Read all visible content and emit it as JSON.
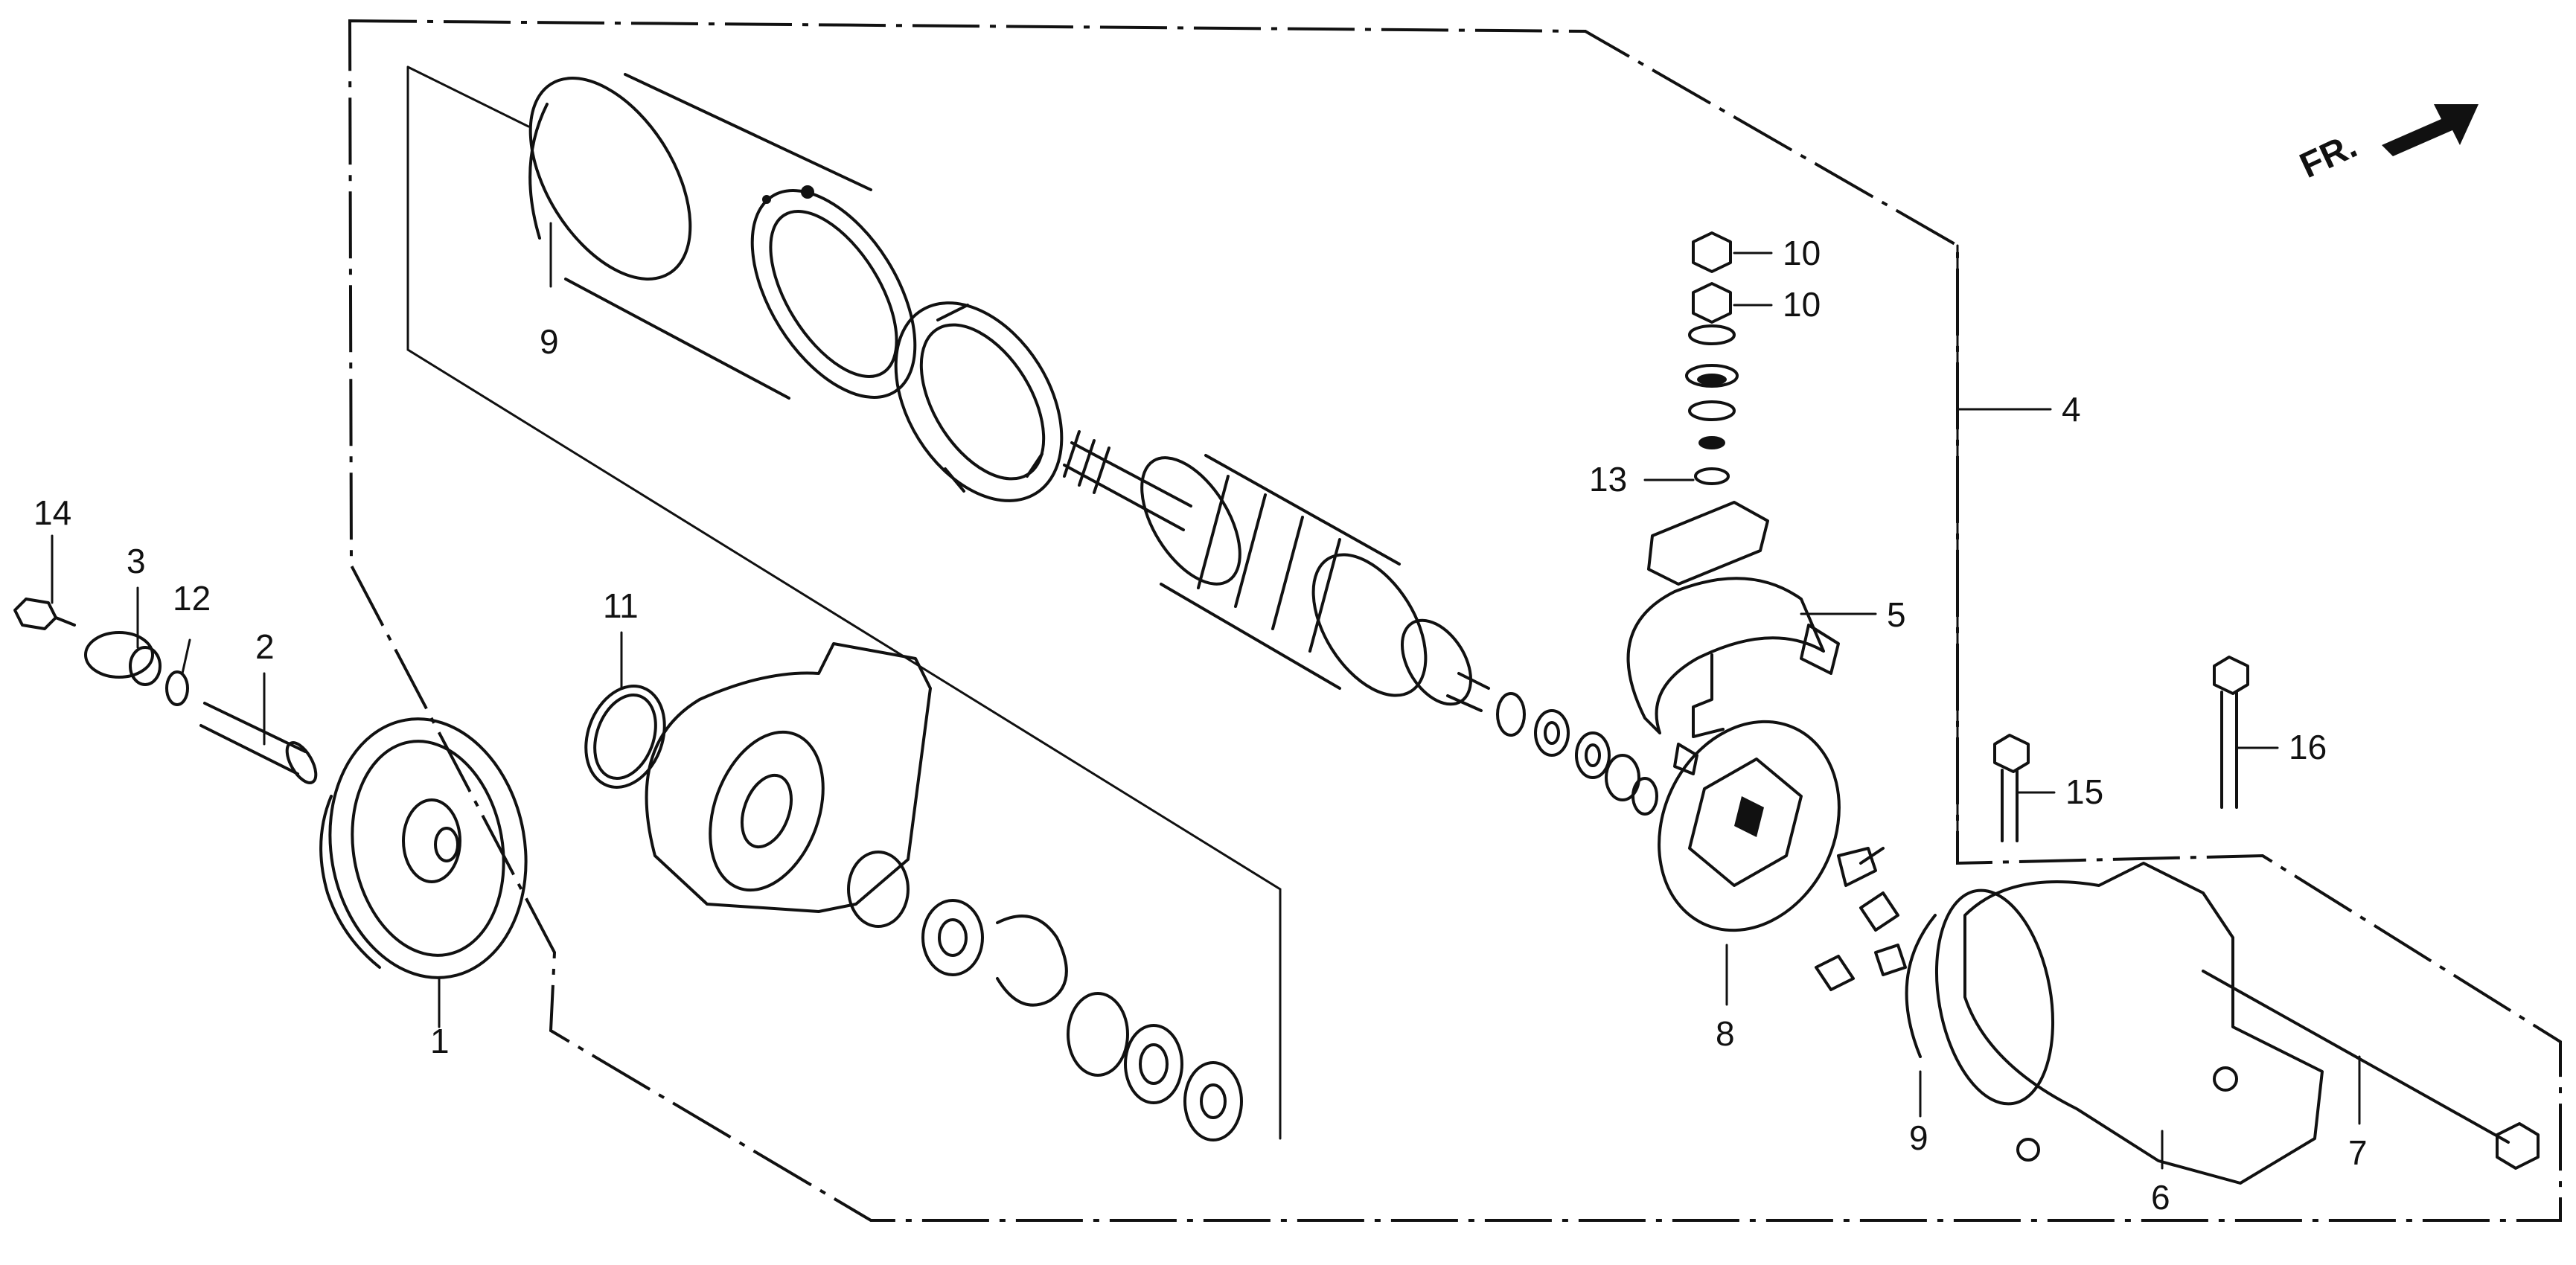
{
  "callouts": [
    {
      "id": "c1",
      "label": "1"
    },
    {
      "id": "c2",
      "label": "2"
    },
    {
      "id": "c3",
      "label": "3"
    },
    {
      "id": "c4",
      "label": "4"
    },
    {
      "id": "c5",
      "label": "5"
    },
    {
      "id": "c6",
      "label": "6"
    },
    {
      "id": "c7",
      "label": "7"
    },
    {
      "id": "c8",
      "label": "8"
    },
    {
      "id": "c9a",
      "label": "9"
    },
    {
      "id": "c9b",
      "label": "9"
    },
    {
      "id": "c10a",
      "label": "10"
    },
    {
      "id": "c10b",
      "label": "10"
    },
    {
      "id": "c11",
      "label": "11"
    },
    {
      "id": "c12",
      "label": "12"
    },
    {
      "id": "c13",
      "label": "13"
    },
    {
      "id": "c14",
      "label": "14"
    },
    {
      "id": "c15",
      "label": "15"
    },
    {
      "id": "c16",
      "label": "16"
    }
  ],
  "direction_marker": {
    "label": "FR.",
    "icon": "arrow-icon"
  }
}
